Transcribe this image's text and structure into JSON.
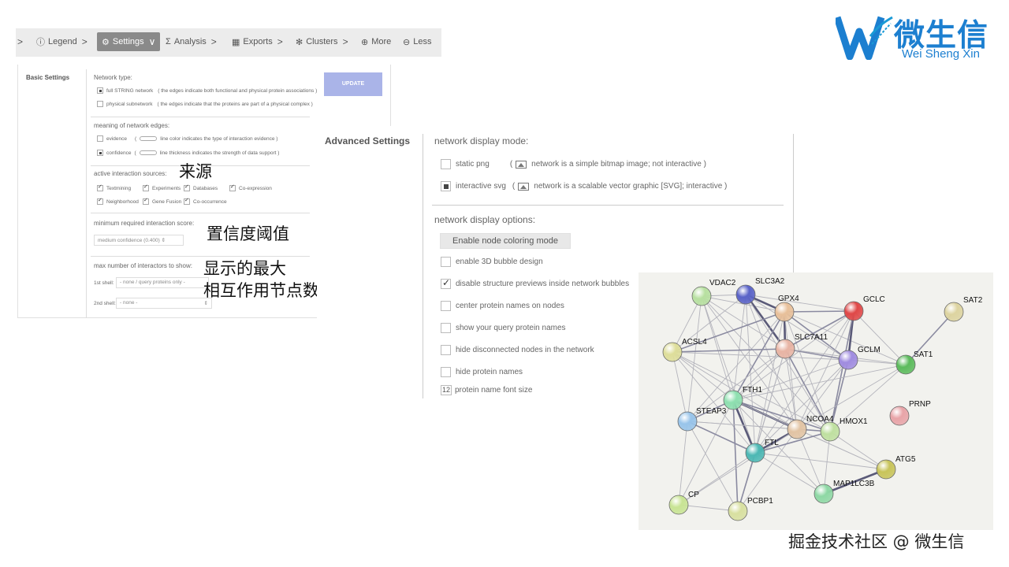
{
  "logo": {
    "cn": "微生信",
    "en": "Wei Sheng Xin",
    "colors": {
      "primary": "#1c7fd0",
      "secondary": "#1a9ad6"
    }
  },
  "tabs": [
    {
      "label": "",
      "icon": "chevron-right-icon"
    },
    {
      "label": "Legend",
      "icon": "info-icon"
    },
    {
      "label": "Settings",
      "icon": "gear-icon",
      "active": true
    },
    {
      "label": "Analysis",
      "icon": "sigma-icon"
    },
    {
      "label": "Exports",
      "icon": "table-icon"
    },
    {
      "label": "Clusters",
      "icon": "clusters-icon"
    },
    {
      "label": "More",
      "icon": "plus-circle-icon"
    },
    {
      "label": "Less",
      "icon": "minus-circle-icon"
    }
  ],
  "basic": {
    "title": "Basic Settings",
    "update": "UPDATE",
    "network_type": {
      "label": "Network type:",
      "opt1": "full STRING network",
      "opt1_hint": "( the edges indicate both functional and physical protein associations )",
      "opt2": "physical subnetwork",
      "opt2_hint": "( the edges indicate that the proteins are part of a physical complex )"
    },
    "meaning": {
      "label": "meaning of network edges:",
      "opt1": "evidence",
      "opt1_hint": "line color indicates the type of interaction evidence )",
      "opt2": "confidence",
      "opt2_hint": "line thickness indicates the strength of data support )"
    },
    "sources": {
      "label": "active interaction sources:",
      "items": [
        "Textmining",
        "Experiments",
        "Databases",
        "Co-expression",
        "Neighborhood",
        "Gene Fusion",
        "Co-occurrence"
      ]
    },
    "min_score": {
      "label": "minimum required interaction score:",
      "value": "medium confidence (0.400)"
    },
    "max_interactors": {
      "label": "max number of interactors to show:",
      "shell1_label": "1st shell:",
      "shell1_value": "- none / query proteins only -",
      "shell2_label": "2nd shell:",
      "shell2_value": "- none -"
    }
  },
  "annotations": {
    "source": "来源",
    "threshold": "置信度阈值",
    "max_nodes_1": "显示的最大",
    "max_nodes_2": "相互作用节点数"
  },
  "advanced": {
    "title": "Advanced Settings",
    "display_mode": {
      "label": "network display mode:",
      "opt1": "static png",
      "opt1_hint": "network is a simple bitmap image; not interactive )",
      "opt2": "interactive svg",
      "opt2_hint": "network is a scalable vector graphic [SVG]; interactive )"
    },
    "display_options": {
      "label": "network display options:",
      "button": "Enable node coloring mode",
      "items": [
        "enable 3D bubble design",
        "disable structure previews inside network bubbles",
        "center protein names on nodes",
        "show your query protein names",
        "hide disconnected nodes in the network",
        "hide protein names"
      ],
      "font_size_value": "12",
      "font_size_label": "protein name font size"
    }
  },
  "network": {
    "nodes": [
      {
        "id": "VDAC2",
        "color": "#b7e0a0"
      },
      {
        "id": "SLC3A2",
        "color": "#5a63c8"
      },
      {
        "id": "GPX4",
        "color": "#e8c09a"
      },
      {
        "id": "GCLC",
        "color": "#e04848"
      },
      {
        "id": "SAT2",
        "color": "#ddd4a0"
      },
      {
        "id": "ACSL4",
        "color": "#dede9a"
      },
      {
        "id": "SLC7A11",
        "color": "#e8b4a4"
      },
      {
        "id": "GCLM",
        "color": "#a08ce0"
      },
      {
        "id": "SAT1",
        "color": "#5cbb5c"
      },
      {
        "id": "FTH1",
        "color": "#8ee0b0"
      },
      {
        "id": "PRNP",
        "color": "#e8a4a8"
      },
      {
        "id": "STEAP3",
        "color": "#98c4ea"
      },
      {
        "id": "NCOA4",
        "color": "#e2c4a4"
      },
      {
        "id": "HMOX1",
        "color": "#bfe0a0"
      },
      {
        "id": "FTL",
        "color": "#4cb8b4"
      },
      {
        "id": "ATG5",
        "color": "#c8c45a"
      },
      {
        "id": "MAP1LC3B",
        "color": "#8ed8a4"
      },
      {
        "id": "CP",
        "color": "#c8e494"
      },
      {
        "id": "PCBP1",
        "color": "#d8e0a0"
      }
    ],
    "edges": [
      [
        "VDAC2",
        "SLC3A2",
        1
      ],
      [
        "VDAC2",
        "GPX4",
        1
      ],
      [
        "VDAC2",
        "SLC7A11",
        1
      ],
      [
        "VDAC2",
        "ACSL4",
        1
      ],
      [
        "VDAC2",
        "FTH1",
        1
      ],
      [
        "VDAC2",
        "NCOA4",
        1
      ],
      [
        "VDAC2",
        "FTL",
        1
      ],
      [
        "VDAC2",
        "STEAP3",
        1
      ],
      [
        "VDAC2",
        "HMOX1",
        1
      ],
      [
        "SLC3A2",
        "GPX4",
        3
      ],
      [
        "SLC3A2",
        "SLC7A11",
        3
      ],
      [
        "SLC3A2",
        "GCLC",
        1
      ],
      [
        "SLC3A2",
        "GCLM",
        1
      ],
      [
        "SLC3A2",
        "ACSL4",
        1
      ],
      [
        "SLC3A2",
        "FTH1",
        1
      ],
      [
        "SLC3A2",
        "NCOA4",
        1
      ],
      [
        "SLC3A2",
        "FTL",
        1
      ],
      [
        "SLC3A2",
        "HMOX1",
        1
      ],
      [
        "GPX4",
        "SLC7A11",
        3
      ],
      [
        "GPX4",
        "GCLC",
        2
      ],
      [
        "GPX4",
        "GCLM",
        2
      ],
      [
        "GPX4",
        "ACSL4",
        2
      ],
      [
        "GPX4",
        "FTH1",
        2
      ],
      [
        "GPX4",
        "NCOA4",
        1
      ],
      [
        "GPX4",
        "FTL",
        1
      ],
      [
        "GPX4",
        "HMOX1",
        1
      ],
      [
        "GPX4",
        "STEAP3",
        1
      ],
      [
        "GPX4",
        "SAT1",
        1
      ],
      [
        "GCLC",
        "GCLM",
        3
      ],
      [
        "GCLC",
        "SLC7A11",
        2
      ],
      [
        "GCLC",
        "HMOX1",
        2
      ],
      [
        "GCLC",
        "SAT1",
        1
      ],
      [
        "GCLC",
        "NCOA4",
        1
      ],
      [
        "GCLC",
        "FTL",
        1
      ],
      [
        "GCLC",
        "FTH1",
        1
      ],
      [
        "SAT2",
        "SAT1",
        2
      ],
      [
        "ACSL4",
        "SLC7A11",
        2
      ],
      [
        "ACSL4",
        "FTH1",
        1
      ],
      [
        "ACSL4",
        "NCOA4",
        1
      ],
      [
        "ACSL4",
        "FTL",
        1
      ],
      [
        "ACSL4",
        "HMOX1",
        1
      ],
      [
        "ACSL4",
        "STEAP3",
        1
      ],
      [
        "ACSL4",
        "GCLM",
        1
      ],
      [
        "SLC7A11",
        "GCLM",
        2
      ],
      [
        "SLC7A11",
        "FTH1",
        1
      ],
      [
        "SLC7A11",
        "NCOA4",
        1
      ],
      [
        "SLC7A11",
        "FTL",
        1
      ],
      [
        "SLC7A11",
        "HMOX1",
        2
      ],
      [
        "SLC7A11",
        "SAT1",
        1
      ],
      [
        "SLC7A11",
        "STEAP3",
        1
      ],
      [
        "SLC7A11",
        "PCBP1",
        1
      ],
      [
        "GCLM",
        "SAT1",
        1
      ],
      [
        "GCLM",
        "HMOX1",
        2
      ],
      [
        "GCLM",
        "NCOA4",
        1
      ],
      [
        "GCLM",
        "FTH1",
        1
      ],
      [
        "GCLM",
        "FTL",
        1
      ],
      [
        "SAT1",
        "HMOX1",
        1
      ],
      [
        "SAT1",
        "NCOA4",
        1
      ],
      [
        "SAT1",
        "FTH1",
        1
      ],
      [
        "FTH1",
        "FTL",
        3
      ],
      [
        "FTH1",
        "NCOA4",
        3
      ],
      [
        "FTH1",
        "STEAP3",
        2
      ],
      [
        "FTH1",
        "HMOX1",
        2
      ],
      [
        "FTH1",
        "PCBP1",
        2
      ],
      [
        "FTH1",
        "CP",
        1
      ],
      [
        "FTH1",
        "MAP1LC3B",
        1
      ],
      [
        "FTH1",
        "ATG5",
        1
      ],
      [
        "STEAP3",
        "FTL",
        2
      ],
      [
        "STEAP3",
        "NCOA4",
        1
      ],
      [
        "STEAP3",
        "CP",
        1
      ],
      [
        "STEAP3",
        "PCBP1",
        1
      ],
      [
        "STEAP3",
        "HMOX1",
        1
      ],
      [
        "NCOA4",
        "FTL",
        3
      ],
      [
        "NCOA4",
        "HMOX1",
        2
      ],
      [
        "NCOA4",
        "ATG5",
        1
      ],
      [
        "NCOA4",
        "MAP1LC3B",
        1
      ],
      [
        "NCOA4",
        "PCBP1",
        1
      ],
      [
        "NCOA4",
        "CP",
        1
      ],
      [
        "HMOX1",
        "FTL",
        2
      ],
      [
        "HMOX1",
        "ATG5",
        1
      ],
      [
        "HMOX1",
        "MAP1LC3B",
        1
      ],
      [
        "FTL",
        "PCBP1",
        2
      ],
      [
        "FTL",
        "CP",
        1
      ],
      [
        "FTL",
        "MAP1LC3B",
        1
      ],
      [
        "FTL",
        "ATG5",
        1
      ],
      [
        "ATG5",
        "MAP1LC3B",
        3
      ],
      [
        "PCBP1",
        "CP",
        1
      ]
    ]
  },
  "watermark": "掘金技术社区 @ 微生信"
}
